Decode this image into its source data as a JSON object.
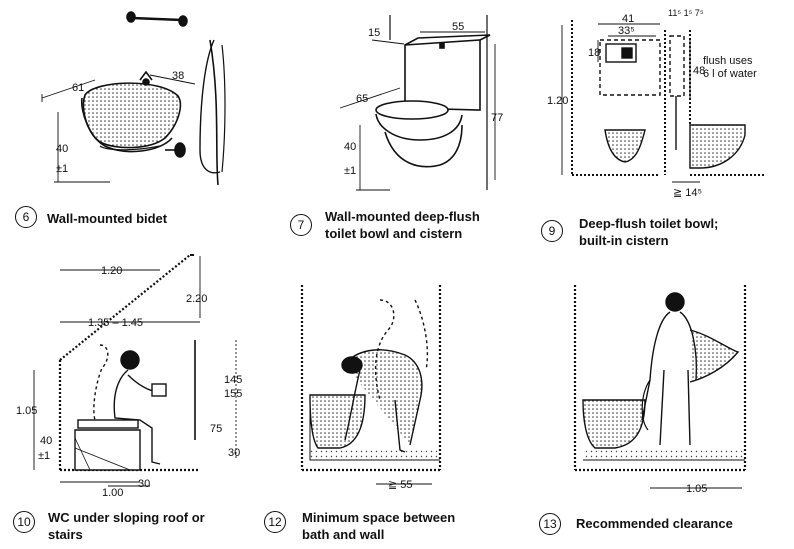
{
  "panels": {
    "p6": {
      "num": "6",
      "caption": "Wall-mounted bidet",
      "dims": {
        "width": "61",
        "depth": "38",
        "height": "40",
        "tol": "±1"
      }
    },
    "p7": {
      "num": "7",
      "caption_line1": "Wall-mounted deep-flush",
      "caption_line2": "toilet bowl and cistern",
      "dims": {
        "a": "15",
        "b": "55",
        "c": "65",
        "d": "77",
        "e": "40",
        "f": "±1"
      }
    },
    "p9": {
      "num": "9",
      "caption_line1": "Deep-flush toilet bowl;",
      "caption_line2": "built-in cistern",
      "dims": {
        "w1": "41",
        "w2": "33⁵",
        "h1": "18",
        "top": "11⁵ 1⁵ 7⁵",
        "h2": "48",
        "total": "1.20",
        "gap": "≧ 14⁵"
      },
      "note_line1": "flush uses",
      "note_line2": "6 l of water"
    },
    "p10": {
      "num": "10",
      "caption_line1": "WC under sloping roof or",
      "caption_line2": "stairs",
      "dims": {
        "w1": "1.20",
        "h1": "2.20",
        "w2": "1.35 – 1.45",
        "h2": "1.05",
        "h3": "40",
        "tol": "±1",
        "v1": "145",
        "v2": "155",
        "v3": "75",
        "v4": "30",
        "b1": "1.00",
        "b2": "30"
      }
    },
    "p12": {
      "num": "12",
      "caption_line1": "Minimum space between",
      "caption_line2": "bath and wall",
      "dims": {
        "gap": "≧ 55"
      }
    },
    "p13": {
      "num": "13",
      "caption": "Recommended clearance",
      "dims": {
        "width": "1.05"
      }
    }
  }
}
